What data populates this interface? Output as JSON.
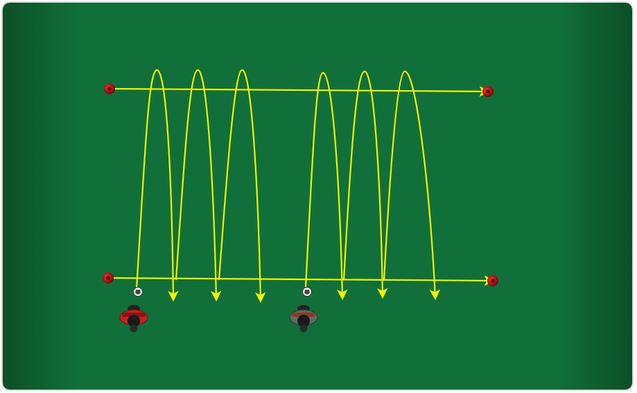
{
  "pitch": {
    "colors": {
      "field_center": "#11703a",
      "field_edge": "#0c4f27",
      "path": "#f2f200",
      "cone_outer": "#b51515",
      "cone_inner": "#6e0b0b",
      "player_red": "#c81e1e",
      "player_grey": "#5f6b64",
      "ball": "#f5f5f5"
    },
    "cones": [
      {
        "name": "cone-top-left"
      },
      {
        "name": "cone-top-right"
      },
      {
        "name": "cone-bottom-left"
      },
      {
        "name": "cone-bottom-right"
      }
    ],
    "players": [
      {
        "name": "player-red",
        "team": "red",
        "icon": "player-with-ball-icon"
      },
      {
        "name": "player-grey",
        "team": "grey",
        "icon": "player-with-ball-icon"
      }
    ],
    "paths": [
      {
        "name": "top-pass-line",
        "type": "straight-arrow"
      },
      {
        "name": "bottom-pass-line",
        "type": "straight-arrow"
      },
      {
        "name": "arc-1",
        "type": "curved-arrow"
      },
      {
        "name": "arc-2",
        "type": "curved-arrow"
      },
      {
        "name": "arc-3",
        "type": "curved-arrow"
      },
      {
        "name": "arc-4",
        "type": "curved-arrow"
      },
      {
        "name": "arc-5",
        "type": "curved-arrow"
      },
      {
        "name": "arc-6",
        "type": "curved-arrow"
      }
    ]
  }
}
